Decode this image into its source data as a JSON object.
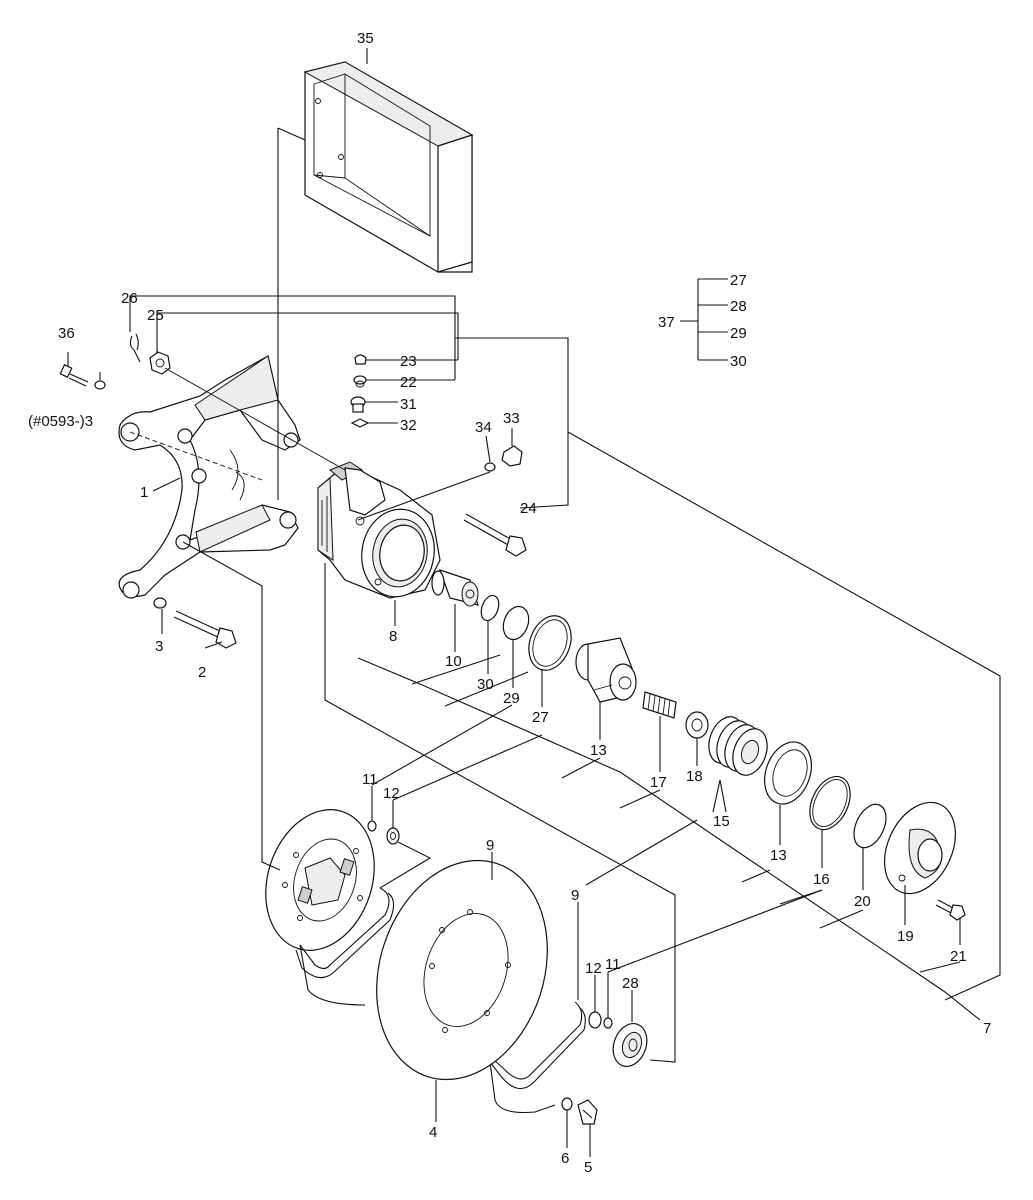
{
  "labels": {
    "l35": "35",
    "l26": "26",
    "l25": "25",
    "l36": "36",
    "l0593": "(#0593-)3",
    "l1": "1",
    "l3": "3",
    "l2": "2",
    "l23": "23",
    "l22": "22",
    "l31": "31",
    "l32": "32",
    "l34": "34",
    "l33": "33",
    "l24": "24",
    "l8": "8",
    "l10": "10",
    "l30": "30",
    "l29": "29",
    "l27": "27",
    "l13a": "13",
    "l17": "17",
    "l18": "18",
    "l15": "15",
    "l13b": "13",
    "l16": "16",
    "l20": "20",
    "l19": "19",
    "l21": "21",
    "l11a": "11",
    "l12a": "12",
    "l9a": "9",
    "l9b": "9",
    "l12b": "12",
    "l11b": "11",
    "l28": "28",
    "l7": "7",
    "l4": "4",
    "l6": "6",
    "l5": "5",
    "k27": "27",
    "k28": "28",
    "k37": "37",
    "k29": "29",
    "k30": "30"
  }
}
